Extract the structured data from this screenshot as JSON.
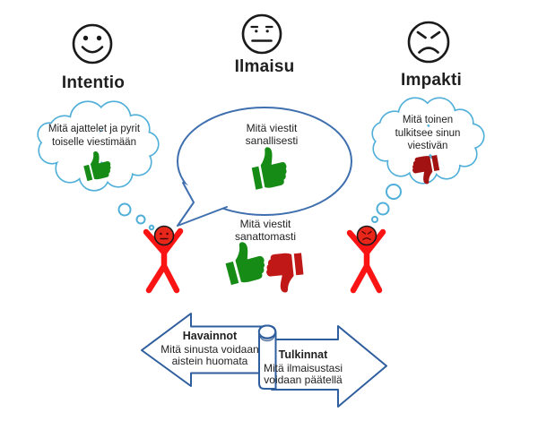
{
  "header": {
    "intentio": "Intentio",
    "ilmaisu": "Ilmaisu",
    "impakti": "Impakti"
  },
  "bubbles": {
    "intention_cloud": {
      "lines": [
        "Mitä ajattelet ja pyrit",
        "toiselle viestimään"
      ]
    },
    "speech": {
      "lines": [
        "Mitä viestit",
        "sanallisesti"
      ]
    },
    "nonverbal": {
      "lines": [
        "Mitä viestit",
        "sanattomasti"
      ]
    },
    "impact_cloud": {
      "lines": [
        "Mitä toinen",
        "tulkitsee sinun",
        "viestivän"
      ]
    }
  },
  "arrows": {
    "left": {
      "title": "Havainnot",
      "lines": [
        "Mitä sinusta voidaan",
        "aistein huomata"
      ]
    },
    "right": {
      "title": "Tulkinnat",
      "lines": [
        "Mitä ilmaisustasi",
        "voidaan päätellä"
      ]
    }
  },
  "icons": {
    "smiley": "smiley-face-icon",
    "neutral": "neutral-face-icon",
    "angry": "angry-face-icon",
    "thumbs_up": "thumbs-up-icon",
    "thumbs_down": "thumbs-down-icon"
  },
  "colors": {
    "ink": "#1a1a1a",
    "cloud_outline": "#4FAFD9",
    "speech_outline": "#3F6FAE",
    "arrow_outline": "#2F5E9E",
    "figure_red": "#FA1414",
    "figure_head": "#E8261A",
    "thumb_green": "#168B16",
    "thumb_red": "#C01717",
    "thumb_red_dark": "#A31212",
    "curl_gray": "#C9C9CE"
  }
}
